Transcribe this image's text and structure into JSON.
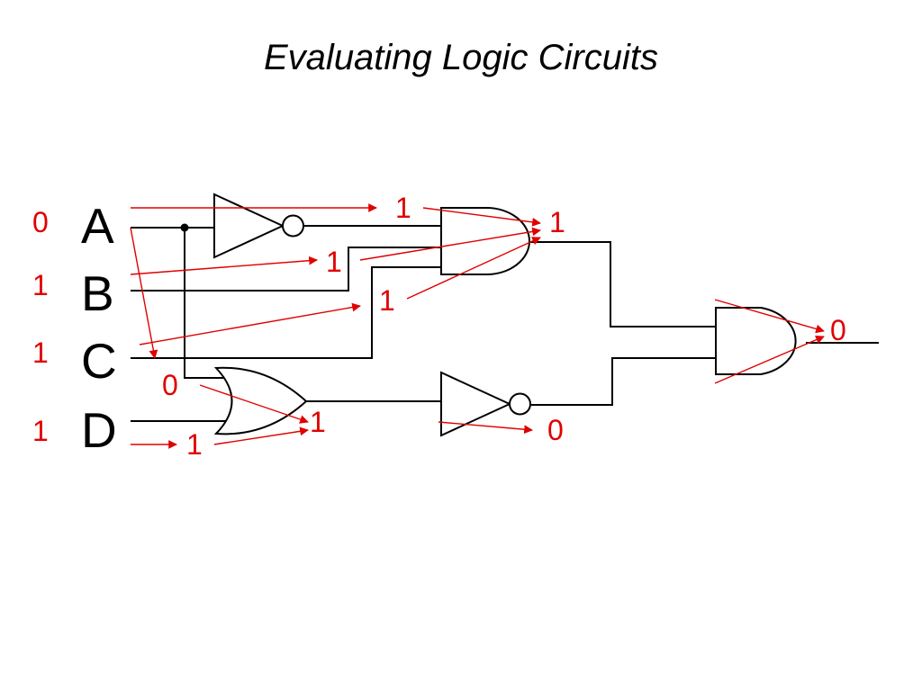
{
  "title": "Evaluating Logic Circuits",
  "colors": {
    "annotation": "#e00000",
    "wire": "#000000"
  },
  "inputs": [
    {
      "name": "A",
      "value": "0"
    },
    {
      "name": "B",
      "value": "1"
    },
    {
      "name": "C",
      "value": "1"
    },
    {
      "name": "D",
      "value": "1"
    }
  ],
  "gates": {
    "not_a": "NOT",
    "and3": "AND",
    "or2": "OR",
    "not_or": "NOT",
    "and_final": "AND"
  },
  "annotations": {
    "not_a_out": "1",
    "b_into_and": "1",
    "c_into_and": "1",
    "and3_out": "1",
    "a_into_or": "0",
    "d_into_or": "1",
    "or_out": "1",
    "not_or_out": "0",
    "final_out": "0"
  }
}
